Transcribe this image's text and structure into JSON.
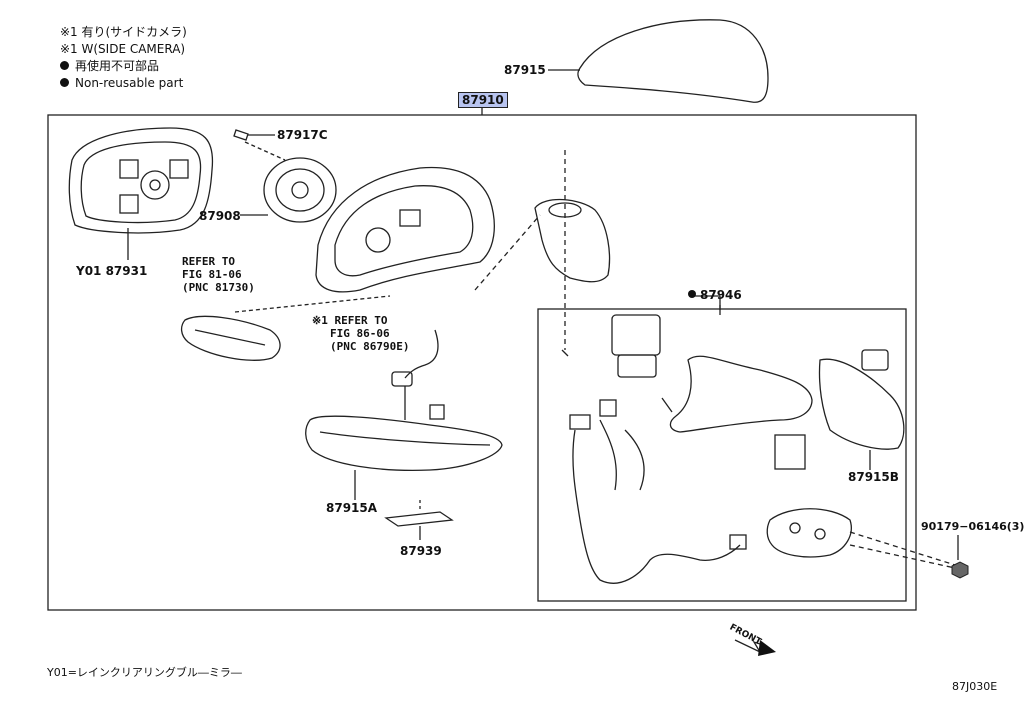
{
  "legend": {
    "line1": "※1 有り(サイドカメラ)",
    "line2": "※1 W(SIDE CAMERA)",
    "line3": "再使用不可部品",
    "line4": "Non-reusable part"
  },
  "parts": {
    "p87915": "87915",
    "p87910": "87910",
    "p87917c": "87917C",
    "p87908": "87908",
    "p87931": "Y01 87931",
    "p87946": "87946",
    "p87915b": "87915B",
    "p87915a": "87915A",
    "p87939": "87939",
    "p90179": "90179−06146(3)"
  },
  "refs": {
    "ref1": {
      "l1": "REFER TO",
      "l2": "FIG 81-06",
      "l3": "(PNC 81730)"
    },
    "ref2": {
      "l1": "※1 REFER TO",
      "l2": "FIG 86-06",
      "l3": "(PNC 86790E)"
    }
  },
  "footer": {
    "note": "Y01=レインクリアリングブル―ミラ―",
    "code": "87J030E",
    "front": "FRONT"
  }
}
